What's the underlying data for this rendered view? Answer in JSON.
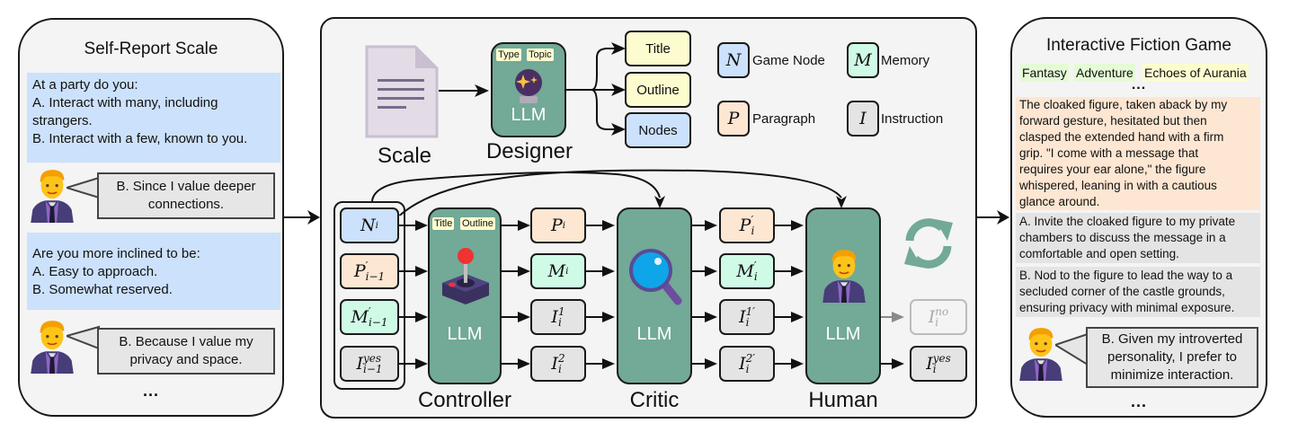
{
  "left_panel": {
    "title": "Self-Report Scale",
    "questions": [
      {
        "lines": [
          "At a party do you:",
          "A. Interact with many, including",
          "strangers.",
          "B. Interact with a few, known to you."
        ]
      },
      {
        "lines": [
          "Are you more inclined to be:",
          "A. Easy to approach.",
          "B. Somewhat reserved."
        ]
      }
    ],
    "answers": [
      {
        "lines": [
          "B. Since I value deeper",
          "connections."
        ]
      },
      {
        "lines": [
          "B. Because I value my",
          "privacy and space."
        ]
      }
    ],
    "ellipsis": "..."
  },
  "center_panel": {
    "scale_label": "Scale",
    "designer": {
      "label": "Designer",
      "llm": "LLM",
      "tags": [
        "Type",
        "Topic"
      ]
    },
    "outputs": [
      "Title",
      "Outline",
      "Nodes"
    ],
    "legend": [
      {
        "symbol": "N",
        "label": "Game Node",
        "color": "#cce1fb"
      },
      {
        "symbol": "M",
        "label": "Memory",
        "color": "#cffbe6"
      },
      {
        "symbol": "P",
        "label": "Paragraph",
        "color": "#fde6d2"
      },
      {
        "symbol": "I",
        "label": "Instruction",
        "color": "#e4e4e4"
      }
    ],
    "inputs": [
      {
        "base": "N",
        "prime": "",
        "sup": "",
        "sub": "i"
      },
      {
        "base": "P",
        "prime": "′",
        "sup": "",
        "sub": "i−1"
      },
      {
        "base": "M",
        "prime": "′",
        "sup": "",
        "sub": "i−1"
      },
      {
        "base": "I",
        "prime": "",
        "sup": "yes",
        "sub": "i−1"
      }
    ],
    "controller": {
      "label": "Controller",
      "llm": "LLM",
      "tags": [
        "Title",
        "Outline"
      ]
    },
    "controller_outputs": [
      {
        "base": "P",
        "sup": "",
        "sub": "i"
      },
      {
        "base": "M",
        "sup": "",
        "sub": "i"
      },
      {
        "base": "I",
        "sup": "1",
        "sub": "i"
      },
      {
        "base": "I",
        "sup": "2",
        "sub": "i"
      }
    ],
    "critic": {
      "label": "Critic",
      "llm": "LLM"
    },
    "critic_outputs": [
      {
        "base": "P",
        "sup": "′",
        "sub": "i"
      },
      {
        "base": "M",
        "sup": "′",
        "sub": "i"
      },
      {
        "base": "I",
        "sup": "1′",
        "sub": "i"
      },
      {
        "base": "I",
        "sup": "2′",
        "sub": "i"
      }
    ],
    "human": {
      "label": "Human",
      "llm": "LLM"
    },
    "human_outputs": [
      {
        "base": "I",
        "sup": "no",
        "sub": "i",
        "state": "rejected"
      },
      {
        "base": "I",
        "sup": "yes",
        "sub": "i",
        "state": "accepted"
      }
    ]
  },
  "right_panel": {
    "title": "Interactive Fiction Game",
    "tags": [
      {
        "text": "Fantasy",
        "color": "#e4fbd6"
      },
      {
        "text": "Adventure",
        "color": "#e4fbd6"
      },
      {
        "text": "Echoes of Aurania",
        "color": "#fdfccf"
      }
    ],
    "ellipsis_top": "...",
    "paragraph_lines": [
      "The cloaked figure, taken aback by my",
      "forward gesture, hesitated but then",
      "clasped the extended hand with a firm",
      "grip. \"I come with a message that",
      "requires your ear alone,\" the figure",
      "whispered, leaning in with a cautious",
      "glance around."
    ],
    "option_a_lines": [
      "A. Invite the cloaked figure to my private",
      "chambers to discuss the message in a",
      "comfortable and open setting."
    ],
    "option_b_lines": [
      "B. Nod to the figure to lead the way to a",
      "secluded corner of the castle grounds,",
      "ensuring privacy with minimal exposure."
    ],
    "answer_lines": [
      "B. Given my introverted",
      "personality, I prefer to",
      "minimize interaction."
    ],
    "ellipsis_bottom": "..."
  },
  "colors": {
    "llm_green": "#72a997",
    "node_blue": "#cce1fb",
    "memory_green": "#cffbe6",
    "paragraph_orange": "#fde6d2",
    "instruction_gray": "#e4e4e4",
    "title_yellow": "#fdfccf"
  }
}
